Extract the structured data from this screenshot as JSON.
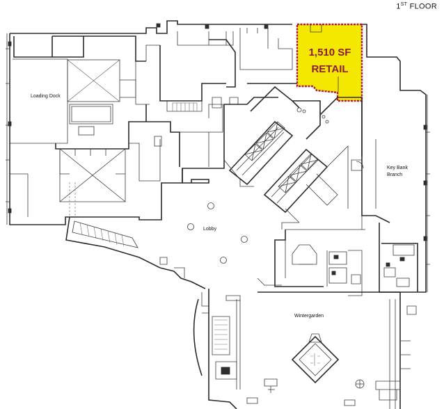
{
  "floor_label": {
    "number": "1",
    "suffix": "ST",
    "word": "FLOOR"
  },
  "retail": {
    "area": "1,510 SF",
    "use": "RETAIL",
    "highlight_color": "#f4e800",
    "border_color": "#b2183b",
    "text_color": "#8a1b3a"
  },
  "rooms": {
    "loading_dock": "Loading Dock",
    "lobby": "Lobby",
    "key_bank_line1": "Key Bank",
    "key_bank_line2": "Branch",
    "wintergarden": "Wintergarden"
  },
  "icons": {
    "stairs": "stair-hatching",
    "elevator": "elevator-cross",
    "column": "round-column"
  }
}
